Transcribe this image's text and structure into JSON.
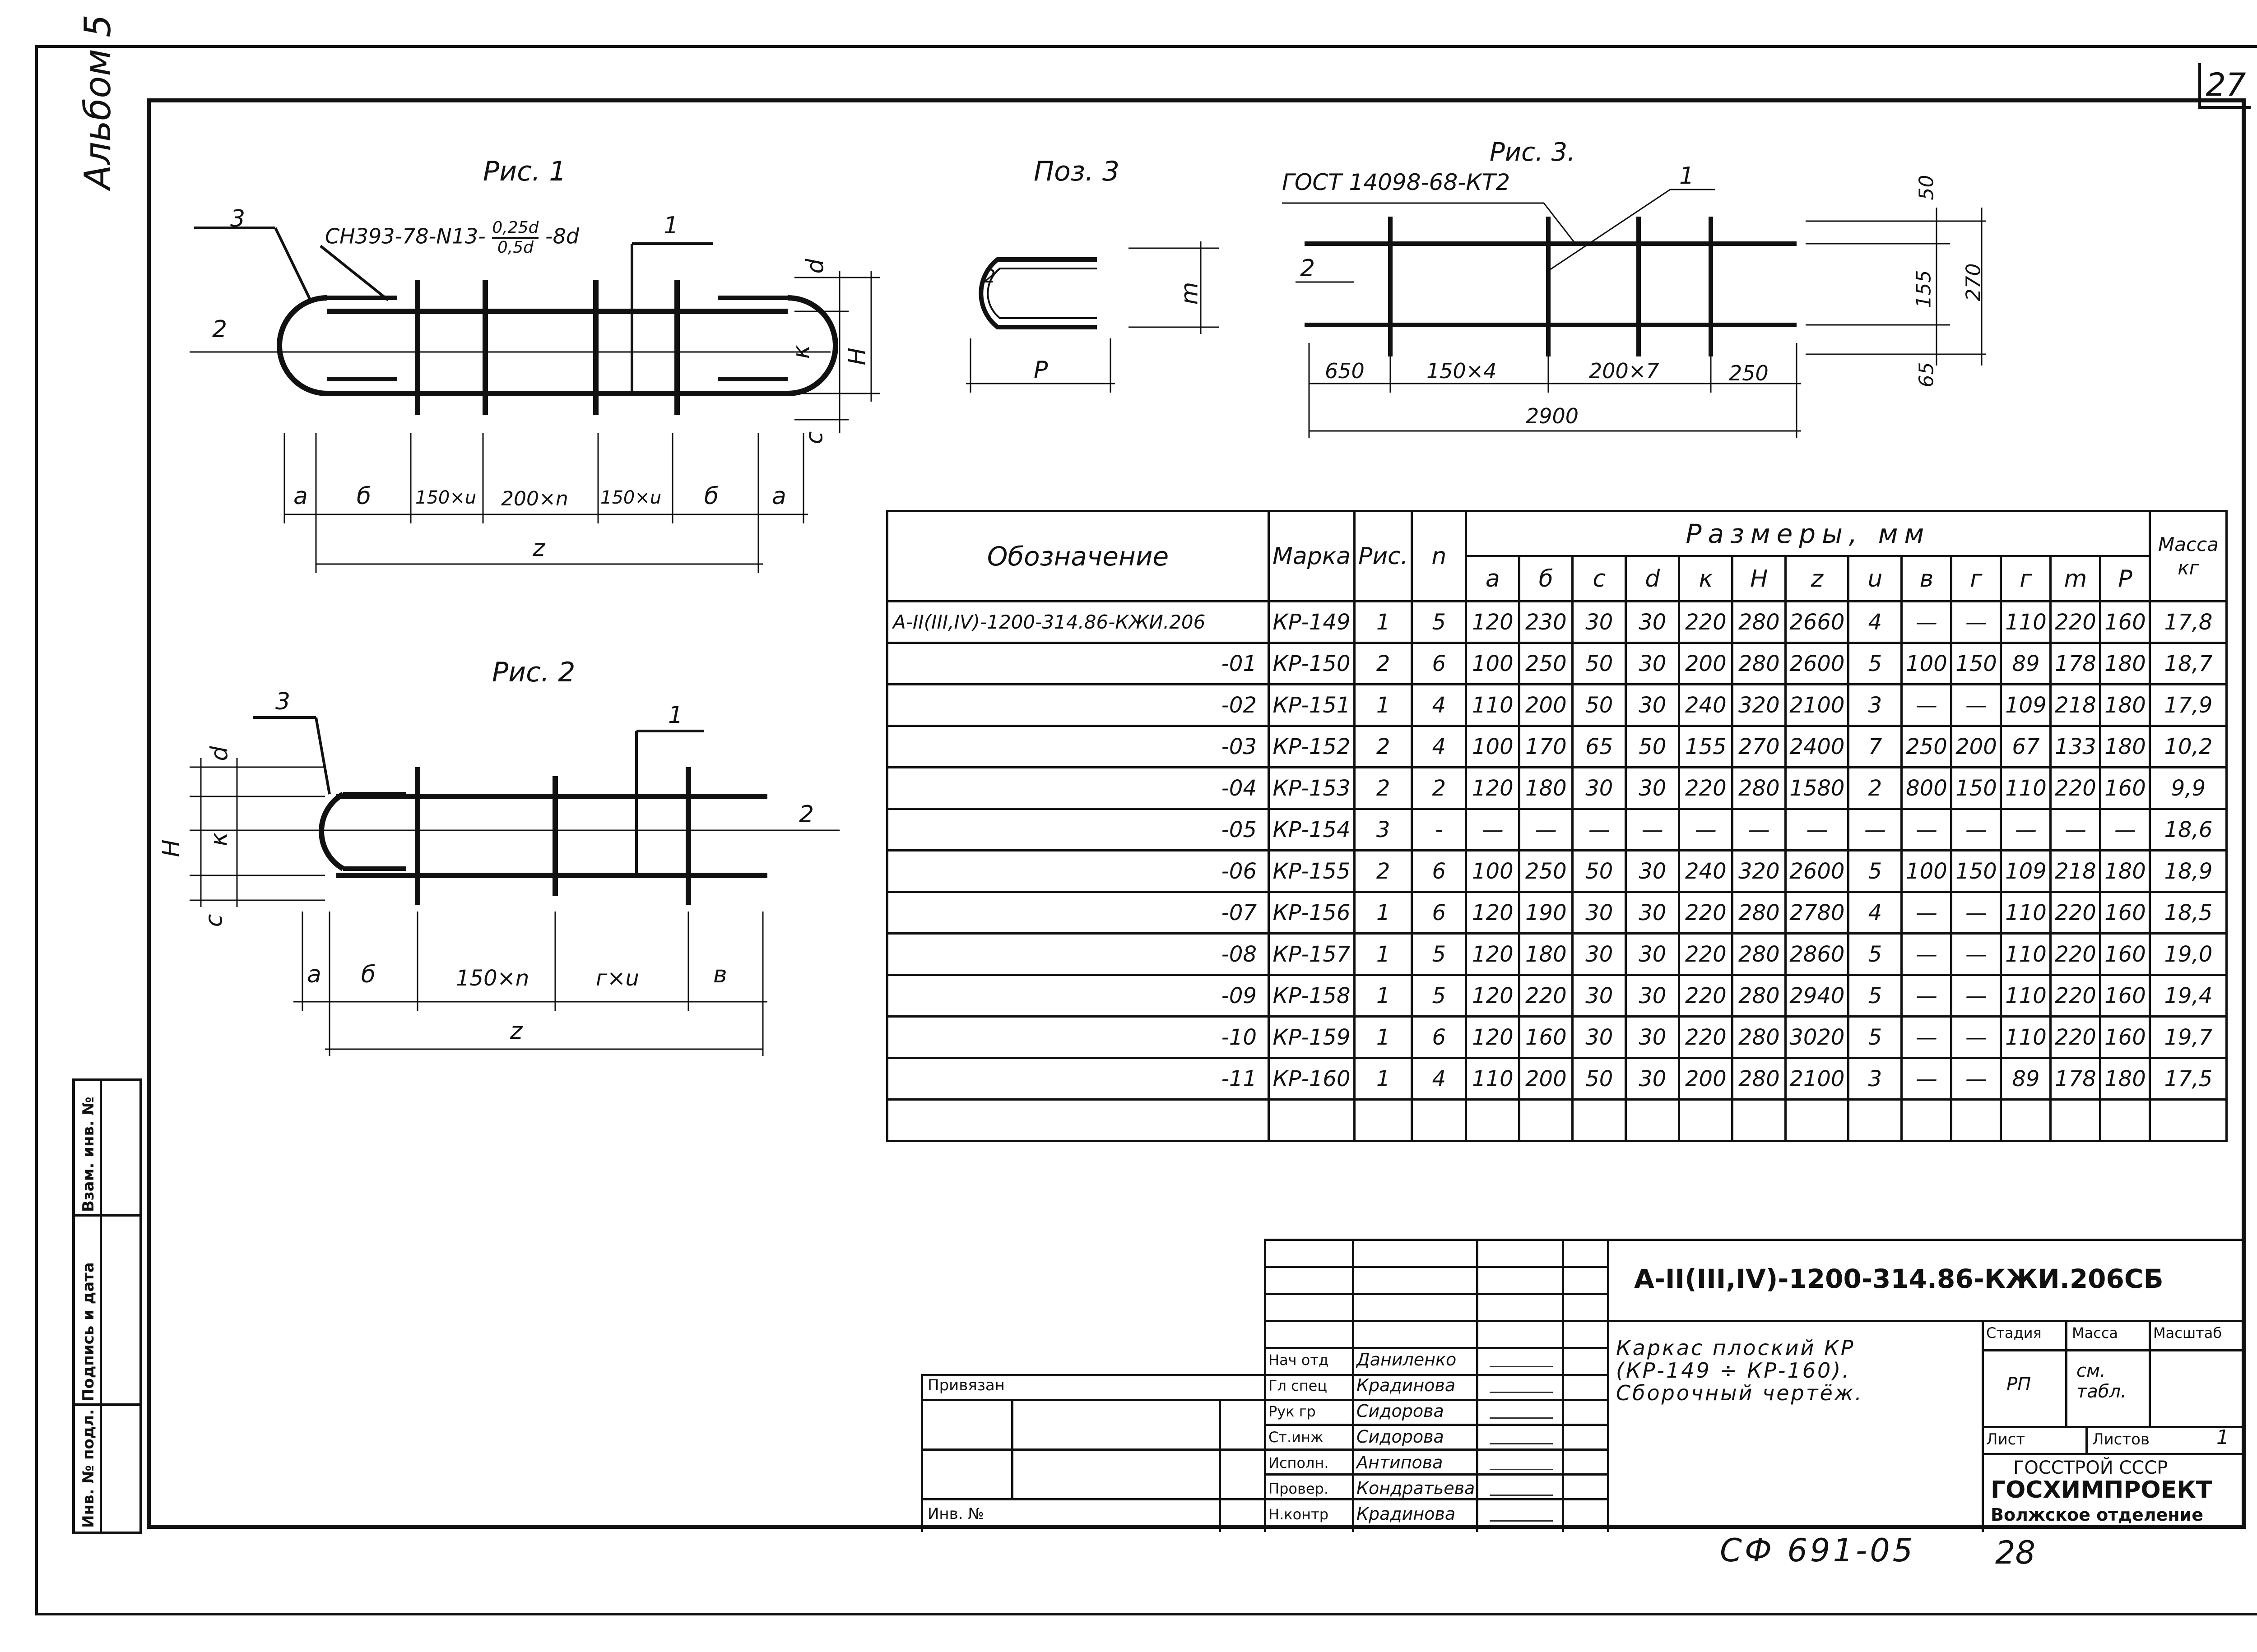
{
  "sheet": {
    "page_number": "27",
    "album": "Альбом 5",
    "bottom_code": "СФ 691-05",
    "bottom_page": "28"
  },
  "figures": {
    "fig1": {
      "title": "Рис. 1",
      "note": "СН393-78-N13-",
      "frac_top": "0,25d",
      "frac_bottom": "0,5d",
      "note_tail": "-8d",
      "dims": [
        "a",
        "б",
        "150×u",
        "200×n",
        "150×u",
        "б",
        "a"
      ],
      "total": "z",
      "side": [
        "d",
        "κ",
        "H",
        "c"
      ],
      "labels": [
        "1",
        "2",
        "3"
      ]
    },
    "pos3": {
      "title": "Поз. 3",
      "r": "2",
      "p": "P",
      "m": "m"
    },
    "fig3": {
      "title": "Рис. 3.",
      "note": "ГОСТ 14098-68-КТ2",
      "dims": [
        "650",
        "150×4",
        "200×7",
        "250"
      ],
      "total": "2900",
      "side": [
        "50",
        "155",
        "270",
        "65"
      ],
      "labels": [
        "1",
        "2"
      ]
    },
    "fig2": {
      "title": "Рис. 2",
      "dims": [
        "a",
        "б",
        "150×n",
        "г×u",
        "в"
      ],
      "total": "z",
      "side": [
        "d",
        "κ",
        "H",
        "c"
      ],
      "labels": [
        "1",
        "2",
        "3"
      ]
    }
  },
  "table": {
    "headers": {
      "designation": "Обозначение",
      "mark": "Марка",
      "fig": "Рис.",
      "n": "n",
      "sizes": "Размеры, мм",
      "mass": "Масса кг"
    },
    "size_cols": [
      "a",
      "б",
      "c",
      "d",
      "κ",
      "H",
      "z",
      "u",
      "в",
      "г",
      "г",
      "m",
      "P"
    ],
    "rows": [
      [
        "A-II(III,IV)-1200-314.86-КЖИ.206",
        "КР-149",
        "1",
        "5",
        "120",
        "230",
        "30",
        "30",
        "220",
        "280",
        "2660",
        "4",
        "—",
        "—",
        "110",
        "220",
        "160",
        "17,8"
      ],
      [
        "-01",
        "КР-150",
        "2",
        "6",
        "100",
        "250",
        "50",
        "30",
        "200",
        "280",
        "2600",
        "5",
        "100",
        "150",
        "89",
        "178",
        "180",
        "18,7"
      ],
      [
        "-02",
        "КР-151",
        "1",
        "4",
        "110",
        "200",
        "50",
        "30",
        "240",
        "320",
        "2100",
        "3",
        "—",
        "—",
        "109",
        "218",
        "180",
        "17,9"
      ],
      [
        "-03",
        "КР-152",
        "2",
        "4",
        "100",
        "170",
        "65",
        "50",
        "155",
        "270",
        "2400",
        "7",
        "250",
        "200",
        "67",
        "133",
        "180",
        "10,2"
      ],
      [
        "-04",
        "КР-153",
        "2",
        "2",
        "120",
        "180",
        "30",
        "30",
        "220",
        "280",
        "1580",
        "2",
        "800",
        "150",
        "110",
        "220",
        "160",
        "9,9"
      ],
      [
        "-05",
        "КР-154",
        "3",
        "-",
        "—",
        "—",
        "—",
        "—",
        "—",
        "—",
        "—",
        "—",
        "—",
        "—",
        "—",
        "—",
        "—",
        "18,6"
      ],
      [
        "-06",
        "КР-155",
        "2",
        "6",
        "100",
        "250",
        "50",
        "30",
        "240",
        "320",
        "2600",
        "5",
        "100",
        "150",
        "109",
        "218",
        "180",
        "18,9"
      ],
      [
        "-07",
        "КР-156",
        "1",
        "6",
        "120",
        "190",
        "30",
        "30",
        "220",
        "280",
        "2780",
        "4",
        "—",
        "—",
        "110",
        "220",
        "160",
        "18,5"
      ],
      [
        "-08",
        "КР-157",
        "1",
        "5",
        "120",
        "180",
        "30",
        "30",
        "220",
        "280",
        "2860",
        "5",
        "—",
        "—",
        "110",
        "220",
        "160",
        "19,0"
      ],
      [
        "-09",
        "КР-158",
        "1",
        "5",
        "120",
        "220",
        "30",
        "30",
        "220",
        "280",
        "2940",
        "5",
        "—",
        "—",
        "110",
        "220",
        "160",
        "19,4"
      ],
      [
        "-10",
        "КР-159",
        "1",
        "6",
        "120",
        "160",
        "30",
        "30",
        "220",
        "280",
        "3020",
        "5",
        "—",
        "—",
        "110",
        "220",
        "160",
        "19,7"
      ],
      [
        "-11",
        "КР-160",
        "1",
        "4",
        "110",
        "200",
        "50",
        "30",
        "200",
        "280",
        "2100",
        "3",
        "—",
        "—",
        "89",
        "178",
        "180",
        "17,5"
      ]
    ]
  },
  "title_block": {
    "code": "A-II(III,IV)-1200-314.86-КЖИ.206СБ",
    "name_line1": "Каркас плоский КР",
    "name_line2": "(КР-149 ÷ КР-160).",
    "name_line3": "Сборочный чертёж.",
    "stage_label": "Стадия",
    "mass_label": "Масса",
    "scale_label": "Масштаб",
    "stage_value": "РП",
    "mass_value": "см. табл.",
    "sheet_label": "Лист",
    "sheets_label": "Листов",
    "sheets_value": "1",
    "org1": "ГОССТРОЙ СССР",
    "org2": "ГОСХИМПРОЕКТ",
    "org3": "Волжское отделение",
    "bound": "Привязан",
    "inv": "Инв. №",
    "staff": [
      {
        "role": "Нач отд",
        "name": "Даниленко"
      },
      {
        "role": "Гл спец",
        "name": "Крадинова"
      },
      {
        "role": "Рук гр",
        "name": "Сидорова"
      },
      {
        "role": "Ст.инж",
        "name": "Сидорова"
      },
      {
        "role": "Исполн.",
        "name": "Антипова"
      },
      {
        "role": "Провер.",
        "name": "Кондратьева"
      },
      {
        "role": "Н.контр",
        "name": "Крадинова"
      }
    ]
  },
  "stamp": {
    "inv_orig": "Инв. № подл.",
    "sign_date": "Подпись и дата",
    "replace_inv": "Взам. инв. №"
  }
}
